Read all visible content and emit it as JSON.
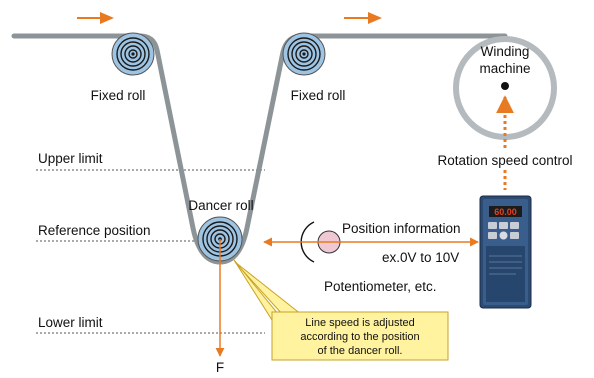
{
  "labels": {
    "fixed_roll_left": "Fixed roll",
    "fixed_roll_right": "Fixed roll",
    "winding_machine_line1": "Winding",
    "winding_machine_line2": "machine",
    "rotation_speed_control": "Rotation speed control",
    "upper_limit": "Upper limit",
    "reference_position": "Reference position",
    "lower_limit": "Lower limit",
    "dancer_roll": "Dancer roll",
    "position_information": "Position information",
    "voltage_range": "ex.0V to 10V",
    "potentiometer": "Potentiometer, etc.",
    "force": "F"
  },
  "callout": {
    "line1": "Line speed is adjusted",
    "line2": "according to the position",
    "line3": "of the dancer roll."
  },
  "inverter": {
    "display": "60.00"
  },
  "colors": {
    "web": "#8c9498",
    "arrow_orange": "#e87a22",
    "roll_blue": "#9ec4e4",
    "roll_dark": "#1a1a1a",
    "callout_fill": "#fff3a0",
    "callout_border": "#c9a227",
    "inverter_blue": "#2c4a72",
    "inverter_display": "#e8401c",
    "potentiometer_fill": "#f0c8d4"
  }
}
